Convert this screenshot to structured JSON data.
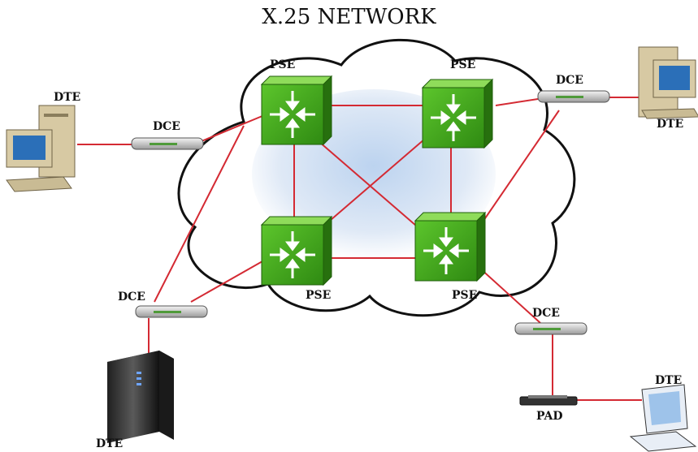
{
  "title": "X.25 NETWORK",
  "labels": {
    "pse_top_left": "PSE",
    "pse_top_right": "PSE",
    "pse_bottom_left": "PSE",
    "pse_bottom_right": "PSE",
    "dce_left": "DCE",
    "dce_right": "DCE",
    "dce_bottom_left": "DCE",
    "dce_bottom_right": "DCE",
    "dte_left": "DTE",
    "dte_right": "DTE",
    "dte_server": "DTE",
    "dte_terminal": "DTE",
    "pad": "PAD"
  },
  "colors": {
    "link": "#d42a33",
    "cloud_fill": "#e3ecf7",
    "cloud_core": "#c9dcf2",
    "switch": "#3f9f1c"
  },
  "icons": [
    "cloud-icon",
    "pse-switch-icon",
    "dce-modem-icon",
    "desktop-computer-icon",
    "server-icon",
    "pad-device-icon",
    "terminal-icon"
  ]
}
